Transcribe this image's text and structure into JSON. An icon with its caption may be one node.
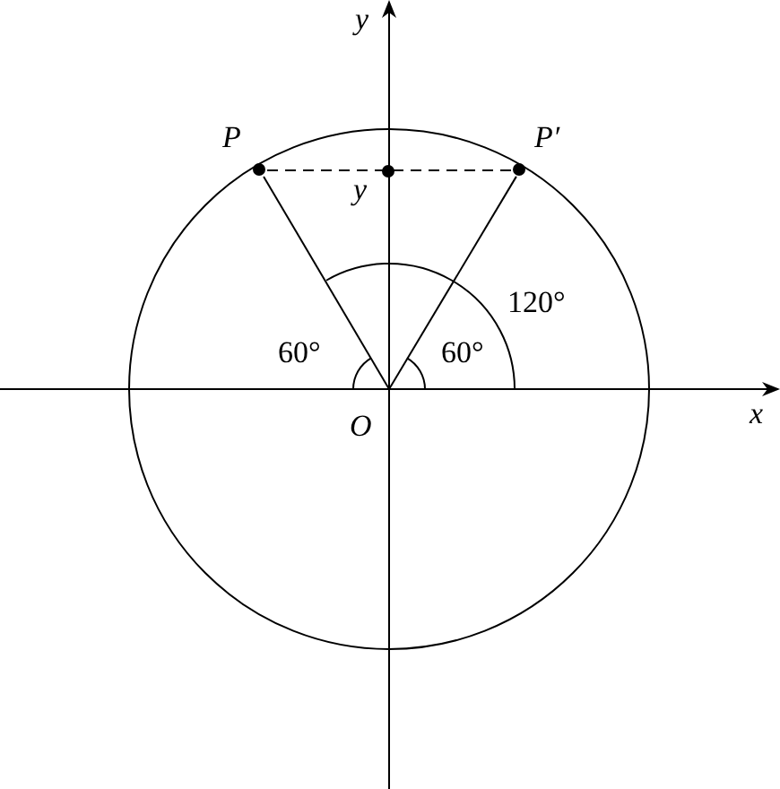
{
  "diagram": {
    "nodes": [
      {
        "text": [
          "P"
        ]
      },
      {
        "text": [
          "y"
        ]
      },
      {
        "text": [
          "P′"
        ]
      },
      {
        "text": [
          "O"
        ]
      }
    ],
    "edges": [
      {
        "from": 3,
        "to": 0,
        "arrow": "none"
      },
      {
        "from": 3,
        "to": 2,
        "arrow": "none"
      },
      {
        "from": 0,
        "to": 2,
        "arrow": "none",
        "style": "dashed"
      }
    ],
    "labels": [
      "y",
      "x",
      "60°",
      "60°",
      "120°"
    ]
  }
}
